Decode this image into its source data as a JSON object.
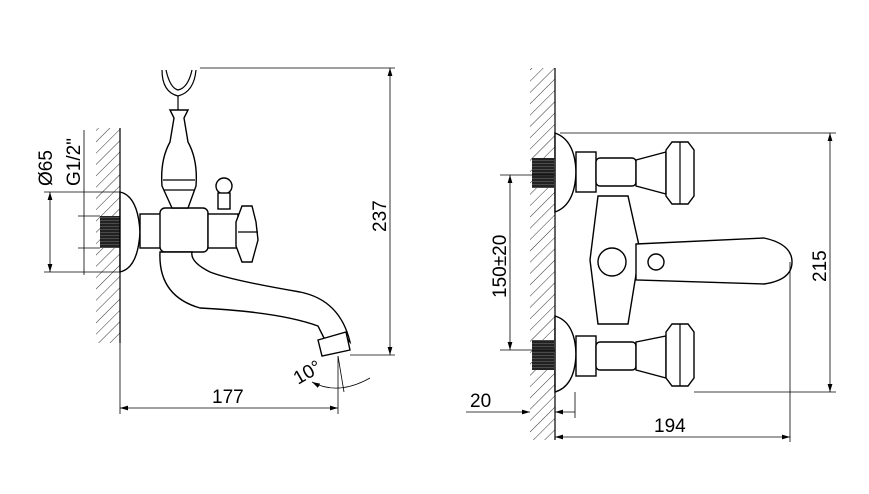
{
  "side_view": {
    "diameter_label": "Ø65",
    "thread_label": "G1/2\"",
    "height_label": "237",
    "reach_label": "177",
    "angle_label": "10°"
  },
  "front_view": {
    "centers_label": "150±20",
    "height_label": "215",
    "wall_offset_label": "20",
    "depth_label": "194"
  }
}
